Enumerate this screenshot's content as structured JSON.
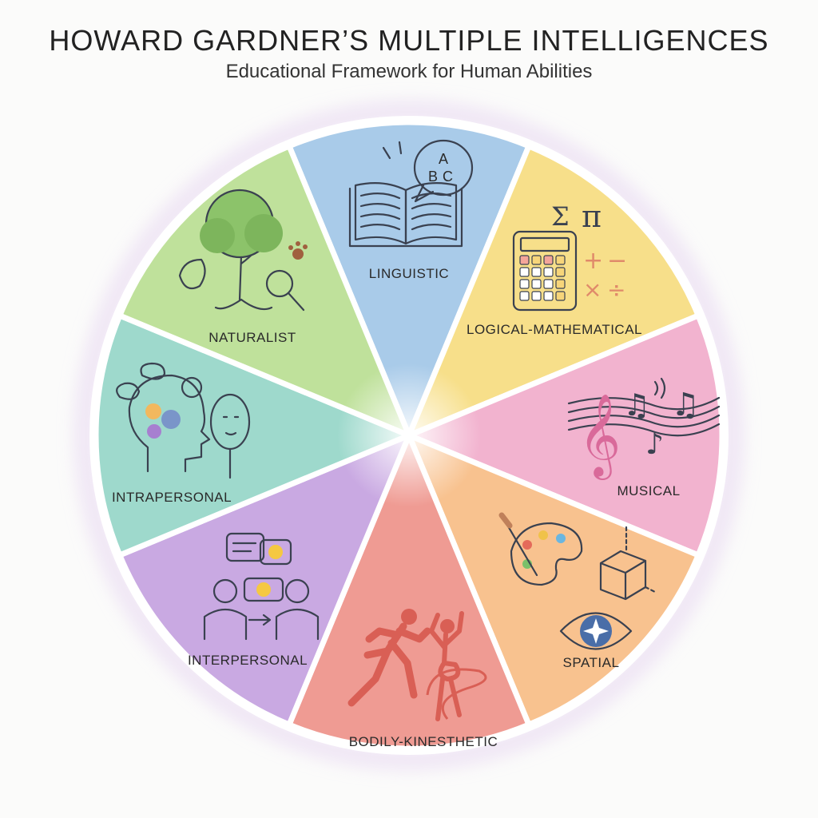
{
  "header": {
    "title": "HOWARD GARDNER’S MULTIPLE INTELLIGENCES",
    "subtitle": "Educational Framework for Human Abilities"
  },
  "segments": [
    {
      "label": "LINGUISTIC",
      "color": "#a9cbe9",
      "icon": "open-book-abc-icon",
      "bubble_text": "A B C"
    },
    {
      "label": "LOGICAL-MATHEMATICAL",
      "color": "#f7df8a",
      "icon": "calculator-math-symbols-icon",
      "symbols": [
        "Σ",
        "π",
        "+",
        "−",
        "×",
        "÷"
      ]
    },
    {
      "label": "MUSICAL",
      "color": "#f2b3cf",
      "icon": "treble-clef-music-notes-icon"
    },
    {
      "label": "SPATIAL",
      "color": "#f8c28f",
      "icon": "palette-cube-eye-icon"
    },
    {
      "label": "BODILY-KINESTHETIC",
      "color": "#ef9b93",
      "icon": "runner-dancer-icon"
    },
    {
      "label": "INTERPERSONAL",
      "color": "#c9a9e2",
      "icon": "two-people-chat-icon"
    },
    {
      "label": "INTRAPERSONAL",
      "color": "#9ed9cc",
      "icon": "head-gears-mirror-icon"
    },
    {
      "label": "NATURALIST",
      "color": "#bfe19b",
      "icon": "tree-leaf-paw-magnifier-icon"
    }
  ]
}
